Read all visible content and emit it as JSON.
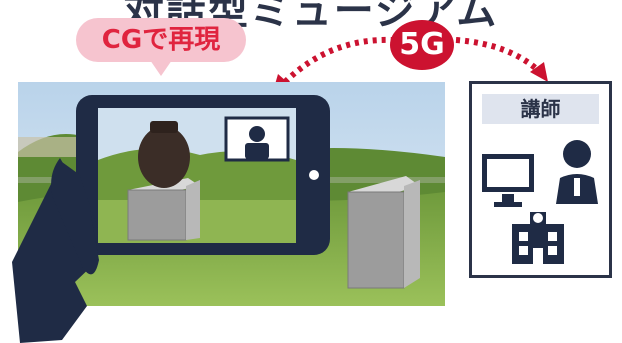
{
  "title": "対話型ミュージアム",
  "cg_bubble": {
    "label": "CGで再現"
  },
  "network": {
    "label": "5G"
  },
  "instructor": {
    "label": "講師"
  }
}
